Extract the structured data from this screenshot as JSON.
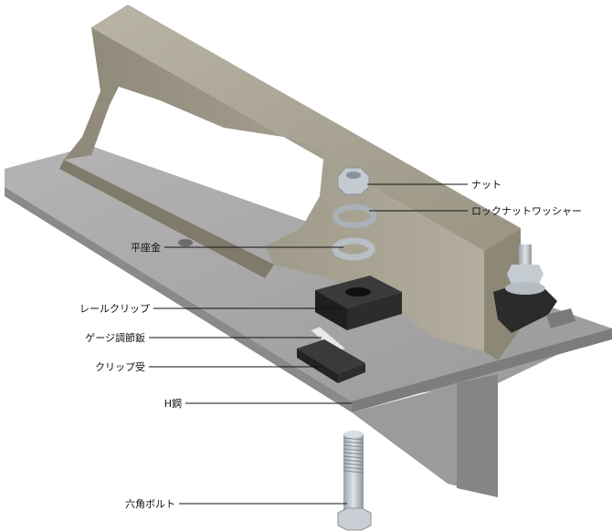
{
  "labels": {
    "nut": "ナット",
    "lock_washer": "ロックナットワッシャー",
    "flat_washer": "平座金",
    "rail_clip": "レールクリップ",
    "gauge_plate": "ゲージ調節鈑",
    "clip_seat": "クリップ受",
    "h_beam": "H鋼",
    "hex_bolt": "六角ボルト"
  },
  "colors": {
    "rail": "#a29c8c",
    "steel": "#a7a7a7",
    "clip": "#2a2a2a",
    "metal": "#c9cfd4"
  }
}
